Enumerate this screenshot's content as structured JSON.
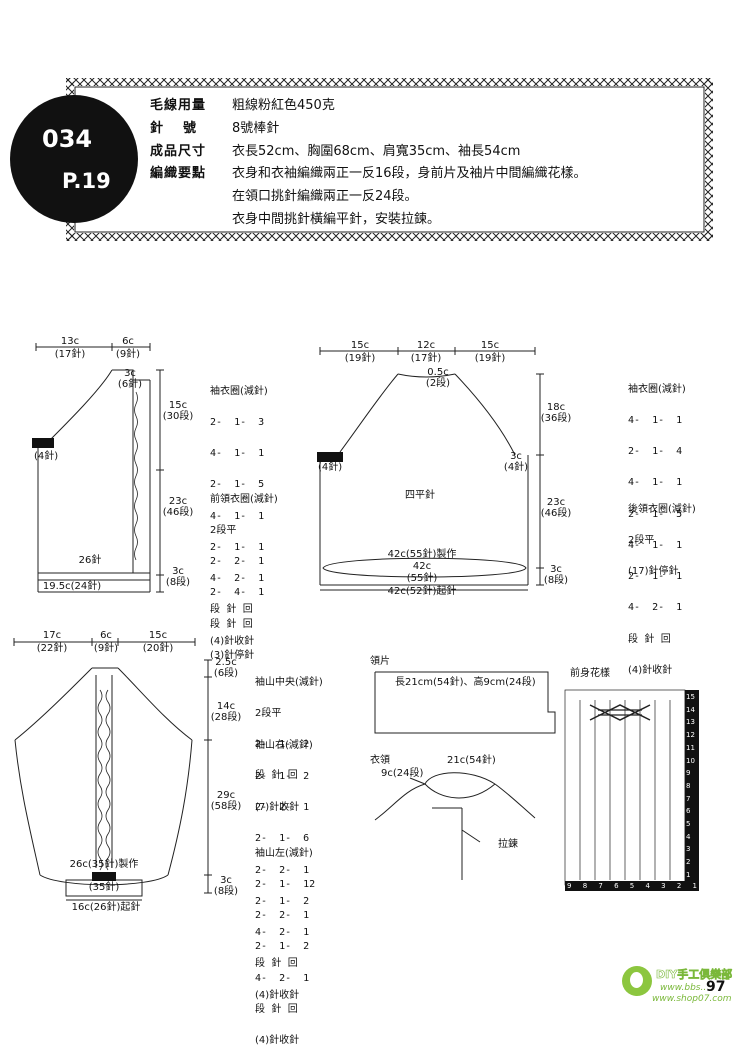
{
  "badge": {
    "number": "034",
    "page": "P.19"
  },
  "info": {
    "yarn_label": "毛線用量",
    "yarn_value": "粗線粉紅色450克",
    "needle_label": "針號",
    "needle_value": "8號棒針",
    "size_label": "成品尺寸",
    "size_value": "衣長52cm、胸圍68cm、肩寬35cm、袖長54cm",
    "knit_label": "編織要點",
    "knit_lines": [
      "衣身和衣袖編織兩正一反16段，身前片及袖片中間編織花樣。",
      "在領口挑針編織兩正一反24段。",
      "衣身中間挑針橫編平針，安裝拉鍊。"
    ]
  },
  "front": {
    "top_13c": "13c",
    "top_17": "(17針)",
    "top_6c": "6c",
    "top_9": "(9針)",
    "c3": "3c",
    "st6": "(6針)",
    "st4": "(4針)",
    "v15c": "15c",
    "v30": "(30段)",
    "v23c": "23c",
    "v46": "(46段)",
    "v3c": "3c",
    "v8": "(8段)",
    "w26": "26針",
    "bottom": "19.5c(24針)",
    "arm_title": "袖衣圈(減針)",
    "arm_rows": [
      "2-  1-  3",
      "4-  1-  1",
      "2-  1-  5",
      "4-  1-  1",
      "2-  1-  1",
      "4-  2-  1"
    ],
    "arm_footer": [
      "段  針  回",
      "(4)針收針"
    ],
    "neck_title": "前領衣圈(減針)",
    "neck_sub": "2段平",
    "neck_rows": [
      "2-  2-  1",
      "2-  4-  1"
    ],
    "neck_footer": [
      "段  針  回",
      "(3)針停針"
    ]
  },
  "back": {
    "t15a": "15c",
    "t19a": "(19針)",
    "t12": "12c",
    "t17": "(17針)",
    "t15b": "15c",
    "t19b": "(19針)",
    "c05": "0.5c",
    "st2": "(2段)",
    "st4l": "(4針)",
    "c3": "3c",
    "st4r": "(4針)",
    "v18": "18c",
    "v36": "(36段)",
    "v23": "23c",
    "v46": "(46段)",
    "v3": "3c",
    "v8": "(8段)",
    "center": "四平針",
    "made": "42c(55針)製作",
    "w42": "42c",
    "w55": "(55針)",
    "cast": "42c(52針)起針",
    "arm_title": "袖衣圈(減針)",
    "arm_rows": [
      "4-  1-  1",
      "2-  1-  4",
      "4-  1-  1",
      "2-  1-  5",
      "4-  1-  1",
      "2-  1-  1",
      "4-  2-  1"
    ],
    "arm_footer": [
      "段  針  回",
      "(4)針收針"
    ],
    "neck_title": "後領衣圈(減針)",
    "neck_sub": "2段平",
    "neck_footer": [
      "(17)針停針"
    ]
  },
  "sleeve": {
    "t17": "17c",
    "t22": "(22針)",
    "t6": "6c",
    "t9": "(9針)",
    "t15": "15c",
    "t20": "(20針)",
    "v25": "2.5c",
    "v6": "(6段)",
    "v14": "14c",
    "v28": "(28段)",
    "v29": "29c",
    "v58": "(58段)",
    "v3": "3c",
    "v8": "(8段)",
    "made": "26c(35針)製作",
    "st35": "(35針)",
    "cast": "16c(26針)起針",
    "center_title": "袖山中央(減針)",
    "center_sub": "2段平",
    "center_rows": [
      "2-  1-  2"
    ],
    "center_footer": [
      "段  針  回",
      "(7)針收針"
    ],
    "right_title": "袖山右(減針)",
    "right_rows": [
      "2-  1-  2",
      "2-  2-  1",
      "2-  1-  6",
      "2-  2-  1",
      "2-  1-  2",
      "4-  2-  1"
    ],
    "right_footer": [
      "段  針  回",
      "(4)針收針"
    ],
    "left_title": "袖山左(減針)",
    "left_rows": [
      "2-  1-  12",
      "2-  2-  1",
      "2-  1-  2",
      "4-  2-  1"
    ],
    "left_footer": [
      "段  針  回",
      "(4)針收針"
    ]
  },
  "collar": {
    "title": "領片",
    "size": "長21cm(54針)、高9cm(24段)"
  },
  "neckline": {
    "title": "衣領",
    "w": "21c(54針)",
    "h": "9c(24段)",
    "zip": "拉鍊"
  },
  "pattern": {
    "title": "前身花樣",
    "rows": [
      "15",
      "14",
      "13",
      "12",
      "11",
      "10",
      "9",
      "8",
      "7",
      "6",
      "5",
      "4",
      "3",
      "2",
      "1"
    ],
    "cols": [
      "9",
      "8",
      "7",
      "6",
      "5",
      "4",
      "3",
      "2",
      "1"
    ]
  },
  "footer": {
    "brand": "DIY手工俱樂部",
    "site1": "www.bbs..",
    "site2": "www.shop07.com",
    "page": "97"
  }
}
